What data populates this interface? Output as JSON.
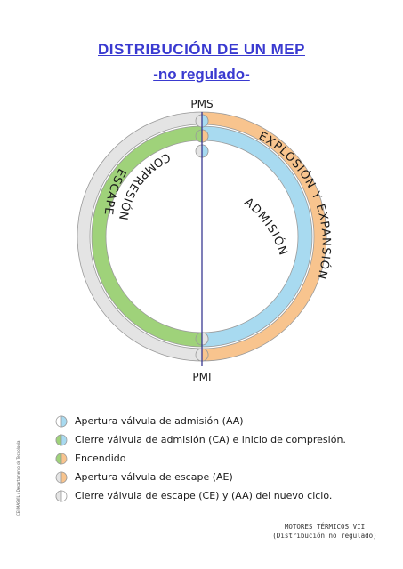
{
  "title": "DISTRIBUCIÓN DE UN MEP",
  "subtitle": "-no regulado-",
  "diagram": {
    "label_top": "PMS",
    "label_bottom": "PMI",
    "label_escape": "ESCAPE",
    "label_compresion": "COMPRESIÓN",
    "label_explosion": "EXPLOSIÓN Y EXPANSIÓN",
    "label_admision": "ADMISIÓN"
  },
  "legend": [
    {
      "text": "Apertura válvula de admisión (AA)",
      "color": "#a8daf0"
    },
    {
      "text": "Cierre válvula de admisión (CA) e inicio de compresión.",
      "color": "#9fd27a"
    },
    {
      "text": "Encendido",
      "color": "#9fd27a"
    },
    {
      "text": "Apertura válvula de escape (AE)",
      "color": "#f8c48e"
    },
    {
      "text": "Cierre válvula de escape (CE) y (AA) del nuevo ciclo.",
      "color": "#e4e4e4"
    }
  ],
  "side_note": "CEI-MASVIL / Departamento de Tecnología",
  "footer": {
    "line1": "MOTORES TÉRMICOS VII",
    "line2": "(Distribución no regulado)"
  },
  "colors": {
    "title": "#3a3ad0",
    "axis": "#2a2a8a",
    "gray": "#e4e4e4",
    "green": "#9fd27a",
    "orange": "#f8c48e",
    "blue": "#a8daf0"
  }
}
